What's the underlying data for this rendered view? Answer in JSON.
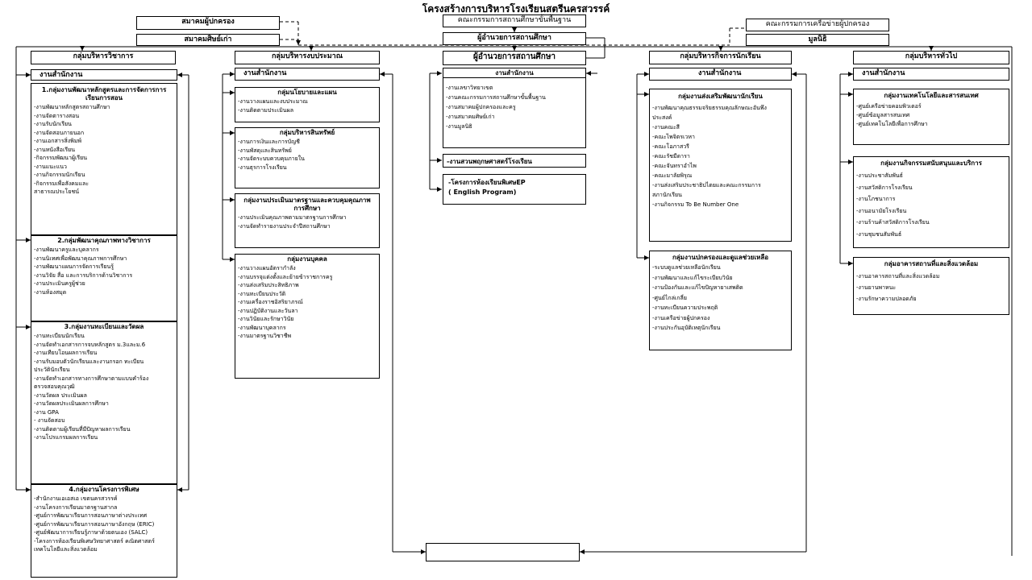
{
  "title": "โครงสร้างการบริหารโรงเรียนสตรีนครสวรรค์",
  "top": {
    "parents_assoc": "สมาคมผู้ปกครอง",
    "alumni_assoc": "สมาคมศิษย์เก่า",
    "basic_board": "คณะกรรมการสถานศึกษาขั้นพื้นฐาน",
    "director_top": "ผู้อำนวยการสถานศึกษา",
    "parent_network": "คณะกรรมการเครือข่ายผู้ปกครอง",
    "foundation": "มูลนิธิ"
  },
  "col1": {
    "head": "กลุ่มบริหารวิชาการ",
    "office": "งานสำนักงาน",
    "g1_title": "1.กลุ่มงานพัฒนาหลักสูตรและการจัดการการเรียนการสอน",
    "g1_items": [
      "-งานพัฒนาหลักสูตรสถานศึกษา",
      "-งานจัดตารางสอน",
      "-งานรับนักเรียน",
      "-งานจัดสอบภายนอก",
      "-งานเอกสารสิ่งพิมพ์",
      "-งานหนังสือเรียน",
      "-กิจกรรมพัฒนาผู้เรียน",
      "-งานแนะแนว",
      "-งานกิจกรรมนักเรียน",
      "-กิจกรรมเพื่อสังคมและ",
      "สาธารณประโยชน์"
    ],
    "g2_title": "2.กลุ่มพัฒนาคุณภาพทางวิชาการ",
    "g2_items": [
      "-งานพัฒนาครูและบุคลากร",
      "-งานนิเทศเพื่อพัฒนาคุณภาพการศึกษา",
      "-งานพัฒนาแผนการจัดการเรียนรู้",
      "-งานวิจัย สื่อ และการบริการด้านวิชาการ",
      "-งานประเมินครูผู้ช่วย",
      "-งานห้องสมุด"
    ],
    "g3_title": "3.กลุ่มงานทะเบียนและวัดผล",
    "g3_items": [
      "-งานทะเบียนนักเรียน",
      "-งานจัดทำเอกสารการจบหลักสูตร ม.3และม.6",
      "-งานเทียบโอนผลการเรียน",
      "-งานรับมอบตัวนักเรียนและงานกรอก ทะเบียน",
      "ประวัตินักเรียน",
      "-งานจัดทำเอกสารทางการศึกษาตามแบบคำร้อง",
      "ตรวจสอบคุณวุฒิ",
      "-งานวัดผล ประเมินผล",
      "-งานวัดผลประเมินผลการศึกษา",
      "-งาน GPA",
      "- งานจัดสอบ",
      "-งานติดตามผู้เรียนที่มีปัญหาผลการเรียน",
      "-งานโปรแกรมผลการเรียน"
    ],
    "g4_title": "4.กลุ่มงานโครงการพิเศษ",
    "g4_items": [
      "-สำนักงานเอเอสเอ เขตนครสวรรค์",
      "-งานโครงการเรียนมาตรฐานสากล",
      "-ศูนย์การพัฒนาเรียนการสอนภาษาต่างประเทศ",
      "-ศูนย์การพัฒนาเรียนการสอนภาษาอังกฤษ (ERIC)",
      "-ศูนย์พัฒนาการเรียนรู้ภาษาด้วยตนเอง (SALC)",
      "-โครงการห้องเรียนพิเศษวิทยาศาสตร์ คณิตศาสตร์",
      "เทคโนโลยีและสิ่งแวดล้อม"
    ]
  },
  "col2": {
    "head": "กลุ่มบริหารงบประมาณ",
    "office": "งานสำนักงาน",
    "g1_title": "กลุ่มนโยบายและแผน",
    "g1_items": [
      "-งานวางแผนและงบประมาณ",
      "-งานติดตามประเมินผล"
    ],
    "g2_title": "กลุ่มบริหารสินทรัพย์",
    "g2_items": [
      "-งานการเงินและการบัญชี",
      "-งานพัสดุและสินทรัพย์",
      "-งานจัดระบบควบคุมภายใน",
      "-งานธุรการโรงเรียน"
    ],
    "g3_title": "กลุ่มงานประเมินมาตรฐานและควบคุมคุณภาพการศึกษา",
    "g3_items": [
      "-งานประเมินคุณภาพตามมาตรฐานการศึกษา",
      "-งานจัดทำรายงานประจำปีสถานศึกษา"
    ],
    "g4_title": "กลุ่มงานบุคคล",
    "g4_items": [
      "-งานวางแผนอัตรากำลัง",
      "-งานบรรจุแต่งตั้งและย้ายข้าราชการครู",
      "-งานส่งเสริมประสิทธิภาพ",
      "-งานทะเบียนประวัติ",
      "-งานเครื่องราชอิสริยาภรณ์",
      "-งานปฏิบัติงานและวันลา",
      "-งานวินัยและรักษาวินัย",
      "-งานพัฒนาบุคลากร",
      "-งานมาตรฐานวิชาชีพ"
    ]
  },
  "col3": {
    "head": "ผู้อำนวยการสถานศึกษา",
    "office": "งานสำนักงาน",
    "office_items": [
      "-งานเลขาวิทยาเขต",
      "-งานคณะกรรมการสถานศึกษาขั้นพื้นฐาน",
      "-งานสมาคมผู้ปกครองและครู",
      "-งานสมาคมศิษย์เก่า",
      "-งานมูลนิธิ"
    ],
    "botanic": "-งานสวนพฤกษศาสตร์โรงเรียน",
    "ep_line1": "-โครงการห้องเรียนพิเศษEP",
    "ep_line2": "( English Program)"
  },
  "col4": {
    "head": "กลุ่มบริหารกิจการนักเรียน",
    "office": "งานสำนักงาน",
    "g1_title": "กลุ่มงานส่งเสริมพัฒนานักเรียน",
    "g1_items": [
      "-งานพัฒนาคุณธรรมจริยธรรมคุณลักษณะอันพึง",
      "ประสงค์",
      "-งานคณะสี",
      "-คณะไพจิตรเวหา",
      "-คณะโอภาสวรี",
      "-คณะรัชมีดารา",
      "-คณะจันทราอำไพ",
      "-คณะมาลัยพิรุณ",
      "-งานส่งเสริมประชาธิปไตยและคณะกรรมการ",
      "สภานักเรียน",
      "-งานกิจกรรม To Be Number One"
    ],
    "g2_title": "กลุ่มงานปกครองและดูแลช่วยเหลือ",
    "g2_items": [
      "-ระบบดูแลช่วยเหลือนักเรียน",
      "-งานพัฒนาและแก้ไขระเบียบวินัย",
      "-งานป้องกันและแก้ไขปัญหายาเสพติด",
      "-ศูนย์ไกล่เกลี่ย",
      "-งานทะเบียนความประพฤติ",
      "-งานเครือข่ายผู้ปกครอง",
      "-งานประกันอุบัติเหตุนักเรียน"
    ]
  },
  "col5": {
    "head": "กลุ่มบริหารทั่วไป",
    "office": "งานสำนักงาน",
    "g1_title": "กลุ่มงานเทคโนโลยีและสารสนเทศ",
    "g1_items": [
      "-ศูนย์เครือข่ายคอมพิวเตอร์",
      "-ศูนย์ข้อมูลสารสนเทศ",
      "-ศูนย์เทคโนโลยีเพื่อการศึกษา"
    ],
    "g2_title": "กลุ่มงานกิจกรรมสนับสนุนและบริการ",
    "g2_items": [
      "-งานประชาสัมพันธ์",
      "-งานสวัสดิการโรงเรียน",
      "-งานโภชนาการ",
      "-งานอนามัยโรงเรียน",
      "-งานร้านค้าสวัสดิการโรงเรียน",
      "-งานชุมชนสัมพันธ์"
    ],
    "g3_title": "กลุ่มอาคารสถานที่และสิ่งแวดล้อม",
    "g3_items": [
      "-งานอาคารสถานที่และสิ่งแวดล้อม",
      "-งานยานพาหนะ",
      "-งานรักษาความปลอดภัย"
    ]
  },
  "bottom_box": ""
}
